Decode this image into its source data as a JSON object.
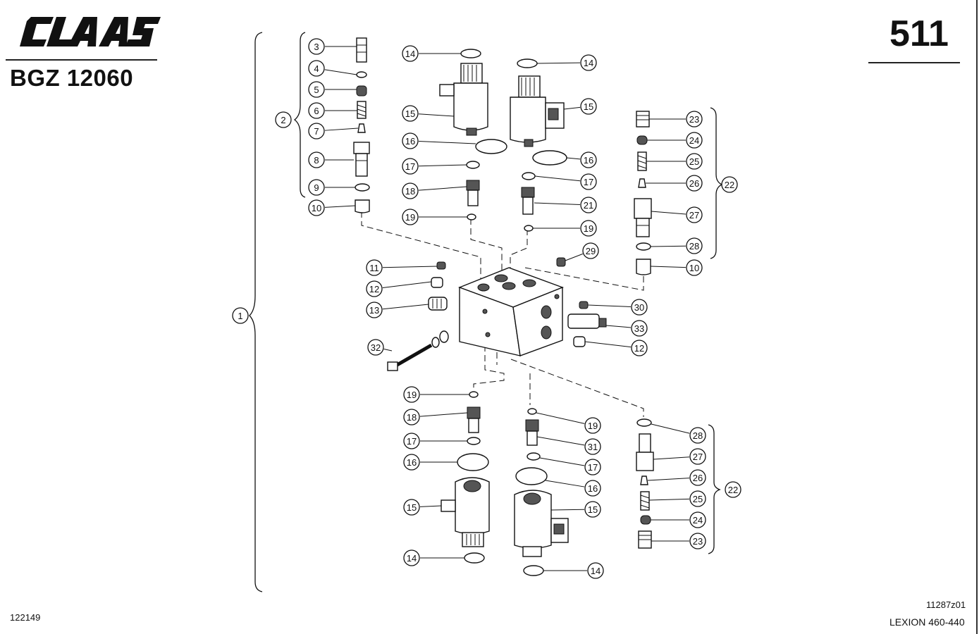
{
  "header": {
    "brand": "CLAAS",
    "code": "BGZ 12060",
    "page_number": "511"
  },
  "footer": {
    "doc_number": "122149",
    "diagram_id": "11287z01",
    "model": "LEXION 460-440"
  },
  "diagram": {
    "callouts": [
      {
        "ref": "1"
      },
      {
        "ref": "2"
      },
      {
        "ref": "3"
      },
      {
        "ref": "4"
      },
      {
        "ref": "5"
      },
      {
        "ref": "6"
      },
      {
        "ref": "7"
      },
      {
        "ref": "8"
      },
      {
        "ref": "9"
      },
      {
        "ref": "10"
      },
      {
        "ref": "14"
      },
      {
        "ref": "15"
      },
      {
        "ref": "16"
      },
      {
        "ref": "17"
      },
      {
        "ref": "18"
      },
      {
        "ref": "19"
      },
      {
        "ref": "14"
      },
      {
        "ref": "15"
      },
      {
        "ref": "16"
      },
      {
        "ref": "17"
      },
      {
        "ref": "21"
      },
      {
        "ref": "19"
      },
      {
        "ref": "29"
      },
      {
        "ref": "23"
      },
      {
        "ref": "24"
      },
      {
        "ref": "25"
      },
      {
        "ref": "26"
      },
      {
        "ref": "22"
      },
      {
        "ref": "27"
      },
      {
        "ref": "28"
      },
      {
        "ref": "10"
      },
      {
        "ref": "11"
      },
      {
        "ref": "12"
      },
      {
        "ref": "13"
      },
      {
        "ref": "32"
      },
      {
        "ref": "30"
      },
      {
        "ref": "33"
      },
      {
        "ref": "12"
      },
      {
        "ref": "19"
      },
      {
        "ref": "18"
      },
      {
        "ref": "17"
      },
      {
        "ref": "16"
      },
      {
        "ref": "15"
      },
      {
        "ref": "14"
      },
      {
        "ref": "19"
      },
      {
        "ref": "31"
      },
      {
        "ref": "17"
      },
      {
        "ref": "16"
      },
      {
        "ref": "15"
      },
      {
        "ref": "14"
      },
      {
        "ref": "28"
      },
      {
        "ref": "27"
      },
      {
        "ref": "26"
      },
      {
        "ref": "25"
      },
      {
        "ref": "22"
      },
      {
        "ref": "24"
      },
      {
        "ref": "23"
      }
    ]
  }
}
